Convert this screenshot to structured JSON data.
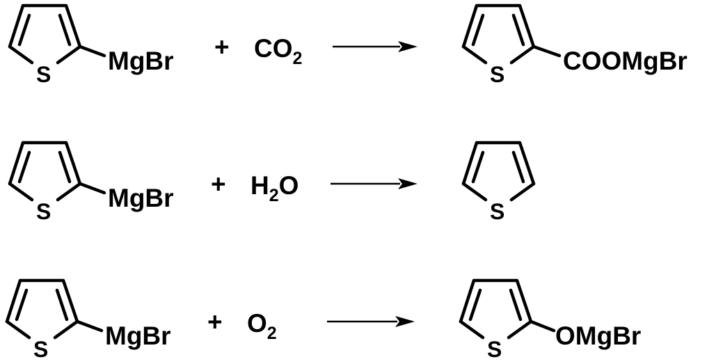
{
  "reactions": [
    {
      "reactant": {
        "sulfur": "S",
        "substituent": "MgBr"
      },
      "plus": "+",
      "reagent": {
        "main": "CO",
        "subscript": "2",
        "suffix": ""
      },
      "product": {
        "sulfur": "S",
        "substituent": "COOMgBr"
      }
    },
    {
      "reactant": {
        "sulfur": "S",
        "substituent": "MgBr"
      },
      "plus": "+",
      "reagent": {
        "main": "H",
        "subscript": "2",
        "suffix": "O"
      },
      "product": {
        "sulfur": "S",
        "substituent": ""
      }
    },
    {
      "reactant": {
        "sulfur": "S",
        "substituent": "MgBr"
      },
      "plus": "+",
      "reagent": {
        "main": "O",
        "subscript": "2",
        "suffix": ""
      },
      "product": {
        "sulfur": "S",
        "substituent": "OMgBr"
      }
    }
  ]
}
